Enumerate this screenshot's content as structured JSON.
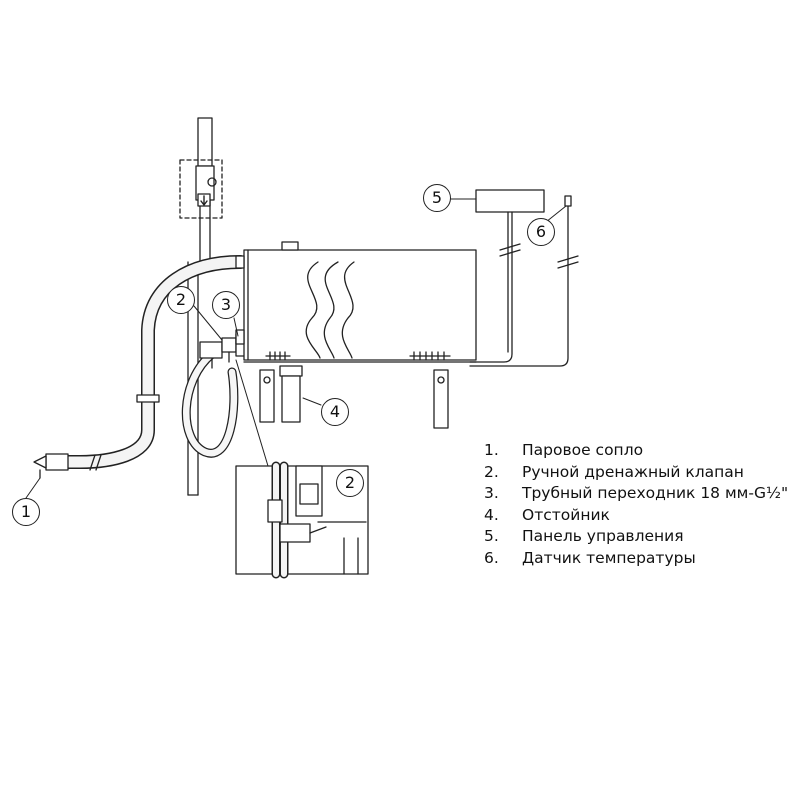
{
  "callouts": {
    "c1": "1",
    "c2": "2",
    "c3": "3",
    "c4": "4",
    "c5": "5",
    "c6": "6",
    "detail": "2"
  },
  "legend": [
    {
      "num": "1.",
      "text": "Паровое сопло"
    },
    {
      "num": "2.",
      "text": "Ручной дренажный клапан"
    },
    {
      "num": "3.",
      "text": "Трубный переходник 18 мм-G½\""
    },
    {
      "num": "4.",
      "text": "Отстойник"
    },
    {
      "num": "5.",
      "text": "Панель управления"
    },
    {
      "num": "6.",
      "text": "Датчик температуры"
    }
  ],
  "icons": [
    "flow-direction-arrow-icon",
    "steam-wave-icon",
    "cable-break-icon"
  ]
}
